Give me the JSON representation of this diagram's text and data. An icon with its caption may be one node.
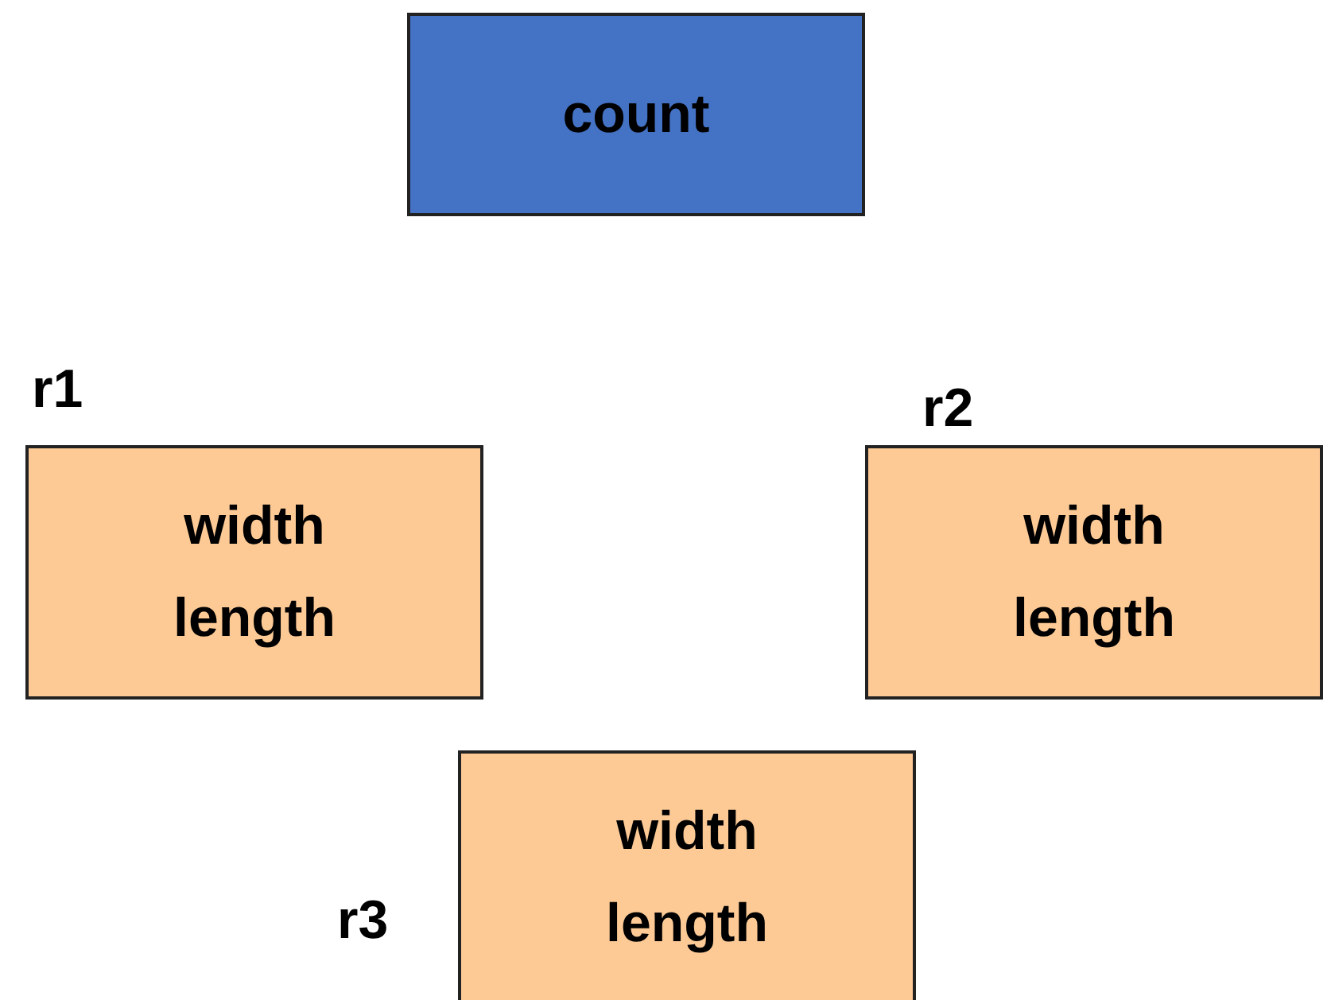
{
  "diagram": {
    "nodes": [
      {
        "text": [
          "count"
        ]
      },
      {
        "text": [
          "width",
          "length"
        ],
        "beside": [
          "r1"
        ]
      },
      {
        "text": [
          "width",
          "length"
        ],
        "beside": [
          "r2"
        ]
      },
      {
        "text": [
          "width",
          "length"
        ],
        "beside": [
          "r3"
        ]
      }
    ]
  }
}
